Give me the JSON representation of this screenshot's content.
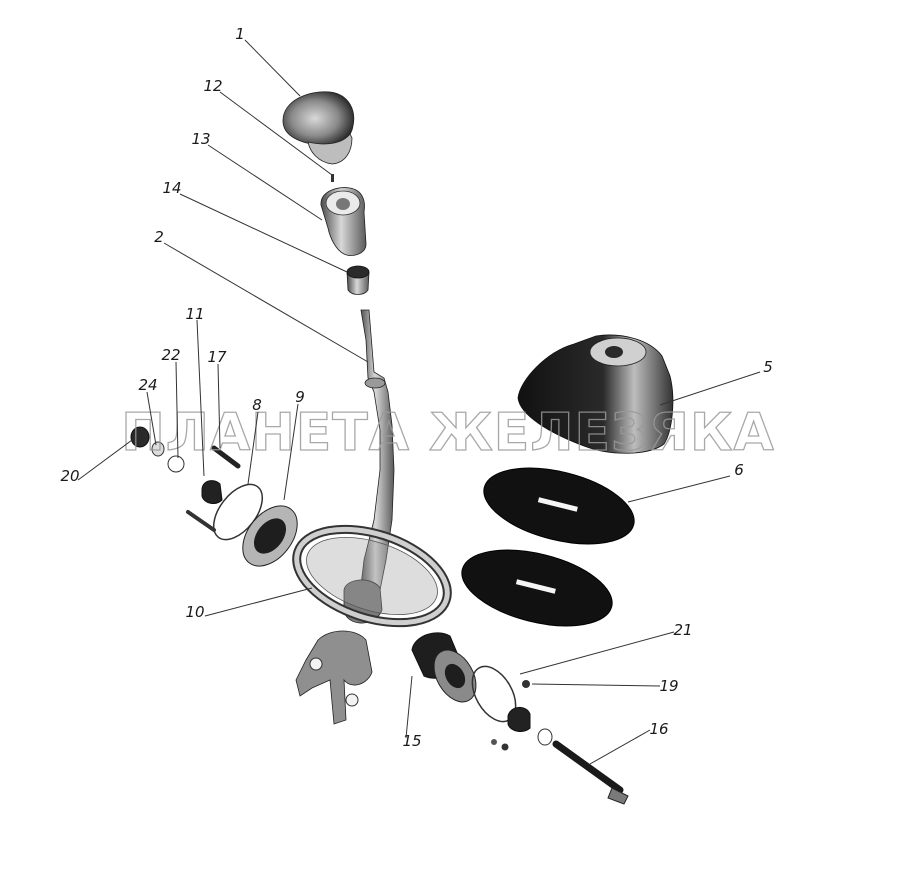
{
  "watermark": "ПЛАНЕТА ЖЕЛЕЗЯКА",
  "callouts": {
    "c1": "1",
    "c2": "2",
    "c5": "5",
    "c6": "6",
    "c8": "8",
    "c9": "9",
    "c10": "10",
    "c11": "11",
    "c12": "12",
    "c13": "13",
    "c14": "14",
    "c15": "15",
    "c16": "16",
    "c17": "17",
    "c19": "19",
    "c20": "20",
    "c21": "21",
    "c22": "22",
    "c24": "24"
  }
}
